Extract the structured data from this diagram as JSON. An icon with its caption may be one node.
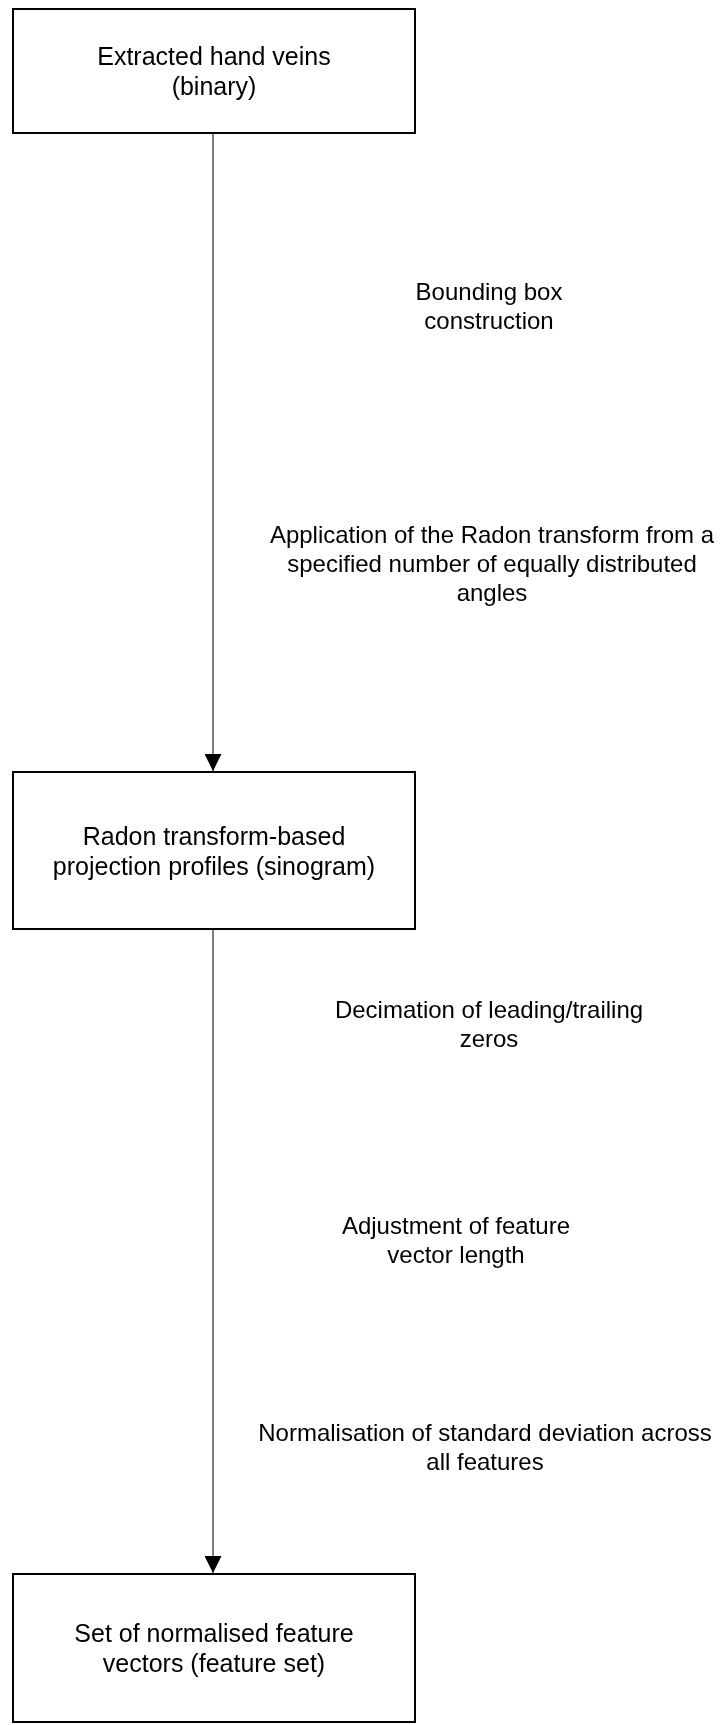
{
  "diagram": {
    "nodes": [
      {
        "text": [
          "Extracted hand veins (binary)"
        ]
      },
      {
        "text": [
          "Radon transform-based projection profiles (sinogram)"
        ]
      },
      {
        "text": [
          "Set of normalised feature vectors (feature set)"
        ]
      }
    ],
    "edges": [
      {
        "from": 0,
        "to": 1,
        "arrow": "to"
      },
      {
        "from": 1,
        "to": 2,
        "arrow": "to"
      }
    ],
    "labels": [
      "Bounding box construction",
      "Application of the Radon transform from a specified number of equally distributed angles",
      "Decimation of leading/trailing zeros",
      "Adjustment of feature vector length",
      "Normalisation of standard deviation across all features"
    ]
  }
}
